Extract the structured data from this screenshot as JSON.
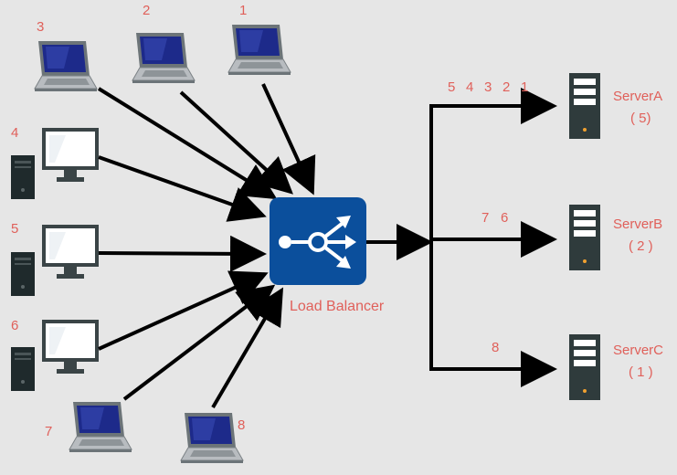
{
  "colors": {
    "background": "#e6e6e6",
    "label": "#e0605a",
    "arrow": "#000000",
    "balancer_fill": "#0b4f9c",
    "server_body": "#2f3b3c",
    "monitor_screen": "#ffffff",
    "laptop_screen": "#1d2a8a",
    "server_led": "#f0a030"
  },
  "clients": [
    {
      "label": "1",
      "icon": "laptop-icon"
    },
    {
      "label": "2",
      "icon": "laptop-icon"
    },
    {
      "label": "3",
      "icon": "laptop-icon"
    },
    {
      "label": "4",
      "icon": "desktop-icon"
    },
    {
      "label": "5",
      "icon": "desktop-icon"
    },
    {
      "label": "6",
      "icon": "desktop-icon"
    },
    {
      "label": "7",
      "icon": "laptop-icon"
    },
    {
      "label": "8",
      "icon": "laptop-icon"
    }
  ],
  "load_balancer": {
    "label": "Load Balancer",
    "icon": "load-balancer-icon"
  },
  "servers": [
    {
      "name": "ServerA",
      "count": "( 5)",
      "requests": [
        "5",
        "4",
        "3",
        "2",
        "1"
      ],
      "icon": "server-icon"
    },
    {
      "name": "ServerB",
      "count": "( 2 )",
      "requests": [
        "7",
        "6"
      ],
      "icon": "server-icon"
    },
    {
      "name": "ServerC",
      "count": "( 1 )",
      "requests": [
        "8"
      ],
      "icon": "server-icon"
    }
  ]
}
